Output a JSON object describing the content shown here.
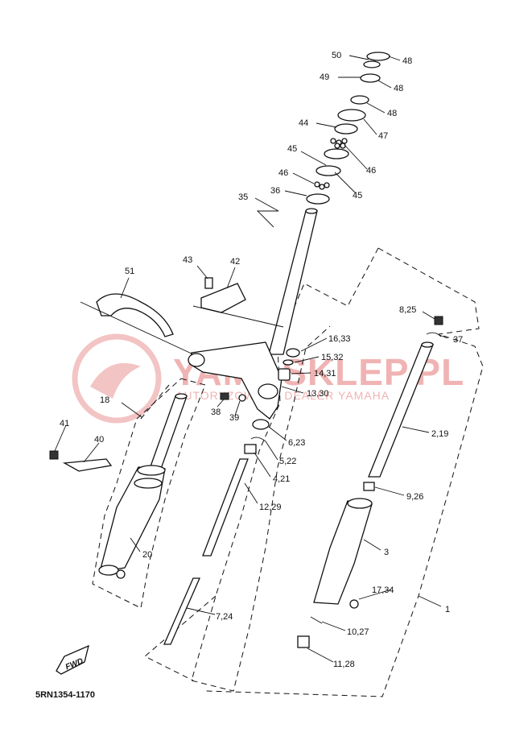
{
  "diagram_code": "5RN1354-1170",
  "watermark": {
    "title": "YAMASKLEP.PL",
    "subtitle": "AUTORYZOWANY DEALER YAMAHA"
  },
  "fwd_badge": "FWD",
  "callouts": [
    {
      "id": "c50",
      "text": "50"
    },
    {
      "id": "c48a",
      "text": "48"
    },
    {
      "id": "c49",
      "text": "49"
    },
    {
      "id": "c48b",
      "text": "48"
    },
    {
      "id": "c48c",
      "text": "48"
    },
    {
      "id": "c44",
      "text": "44"
    },
    {
      "id": "c47",
      "text": "47"
    },
    {
      "id": "c45a",
      "text": "45"
    },
    {
      "id": "c46a",
      "text": "46"
    },
    {
      "id": "c46b",
      "text": "46"
    },
    {
      "id": "c45b",
      "text": "45"
    },
    {
      "id": "c35",
      "text": "35"
    },
    {
      "id": "c36",
      "text": "36"
    },
    {
      "id": "c43",
      "text": "43"
    },
    {
      "id": "c42",
      "text": "42"
    },
    {
      "id": "c51",
      "text": "51"
    },
    {
      "id": "c825",
      "text": "8,25"
    },
    {
      "id": "c37",
      "text": "37"
    },
    {
      "id": "c1633",
      "text": "16,33"
    },
    {
      "id": "c1532",
      "text": "15,32"
    },
    {
      "id": "c1431",
      "text": "14,31"
    },
    {
      "id": "c1330",
      "text": "13,30"
    },
    {
      "id": "c18",
      "text": "18"
    },
    {
      "id": "c38",
      "text": "38"
    },
    {
      "id": "c39",
      "text": "39"
    },
    {
      "id": "c623",
      "text": "6,23"
    },
    {
      "id": "c219",
      "text": "2,19"
    },
    {
      "id": "c41",
      "text": "41"
    },
    {
      "id": "c40",
      "text": "40"
    },
    {
      "id": "c522",
      "text": "5,22"
    },
    {
      "id": "c421",
      "text": "4,21"
    },
    {
      "id": "c926",
      "text": "9,26"
    },
    {
      "id": "c1229",
      "text": "12,29"
    },
    {
      "id": "c20",
      "text": "20"
    },
    {
      "id": "c3",
      "text": "3"
    },
    {
      "id": "c1734",
      "text": "17,34"
    },
    {
      "id": "c1",
      "text": "1"
    },
    {
      "id": "c724",
      "text": "7,24"
    },
    {
      "id": "c1027",
      "text": "10,27"
    },
    {
      "id": "c1128",
      "text": "11,28"
    }
  ]
}
